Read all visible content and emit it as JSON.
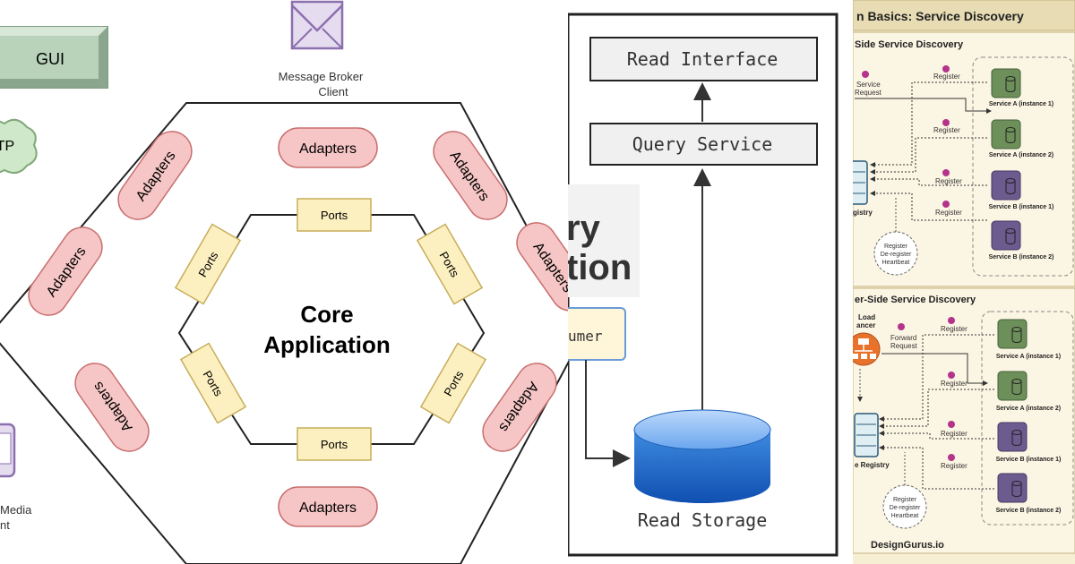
{
  "hexagonal": {
    "gui_label": "GUI",
    "http_label": "TP",
    "message_broker_line1": "Message Broker",
    "message_broker_line2": "Client",
    "core_line1": "Core",
    "core_line2": "Application",
    "ports_label": "Ports",
    "adapters_label": "Adapters",
    "media_line1": "Media",
    "media_line2": "nt"
  },
  "cqrs": {
    "read_interface": "Read Interface",
    "query_service": "Query Service",
    "read_storage": "Read Storage",
    "consumer_partial": "umer",
    "heading_line1": "ry",
    "heading_line2": "tion"
  },
  "discovery": {
    "title": "n Basics: Service Discovery",
    "client_side_title": "Side Service Discovery",
    "server_side_title": "er-Side Service Discovery",
    "service_request_line1": "Service",
    "service_request_line2": "Request",
    "forward_request_line1": "Forward",
    "forward_request_line2": "Request",
    "load_balancer_line1": "Load",
    "load_balancer_line2": "ancer",
    "registry_top": "gistry",
    "registry_bottom": "e Registry",
    "register": "Register",
    "heartbeat_line1": "Register",
    "heartbeat_line2": "De-register",
    "heartbeat_line3": "Heartbeat",
    "service_a1": "Service A (instance 1)",
    "service_a2": "Service A (instance 2)",
    "service_b1": "Service B (instance 1)",
    "service_b2": "Service B (instance 2)",
    "footer": "DesignGurus.io",
    "colors": {
      "service_a": "#6d8f5a",
      "service_b": "#6b5b8f",
      "badge": "#b5338a",
      "lb": "#e8722a"
    }
  }
}
